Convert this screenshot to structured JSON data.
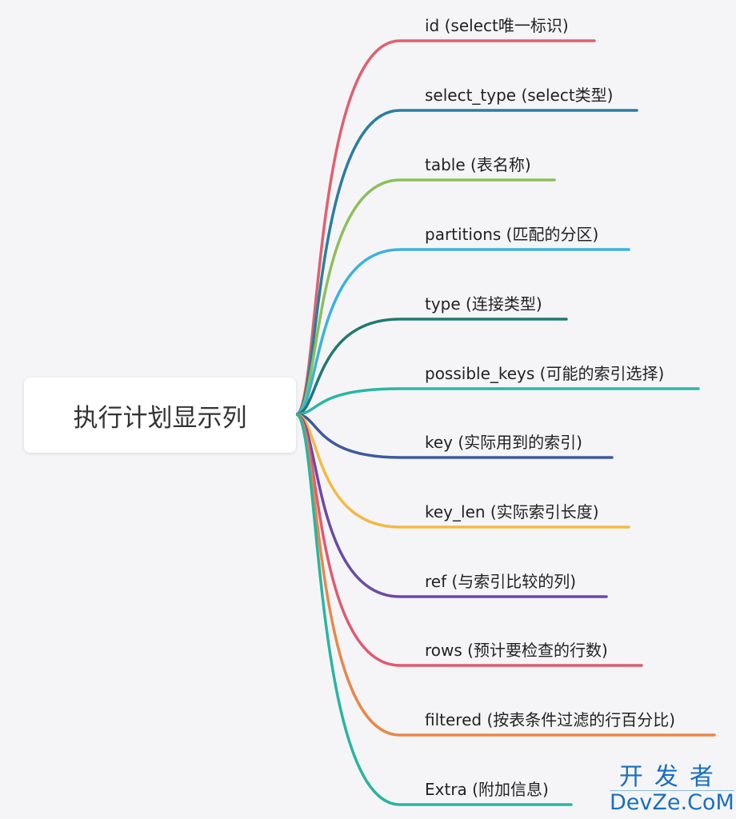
{
  "root": {
    "label": "执行计划显示列"
  },
  "branches": [
    {
      "label": "id (select唯一标识)",
      "color": "#e0606e"
    },
    {
      "label": "select_type (select类型)",
      "color": "#2a7ea0"
    },
    {
      "label": "table (表名称)",
      "color": "#8cbf5a"
    },
    {
      "label": "partitions (匹配的分区)",
      "color": "#3ab2e0"
    },
    {
      "label": "type (连接类型)",
      "color": "#1f7a70"
    },
    {
      "label": "possible_keys (可能的索引选择)",
      "color": "#2bb5a5"
    },
    {
      "label": "key (实际用到的索引)",
      "color": "#3d5aa0"
    },
    {
      "label": "key_len (实际索引长度)",
      "color": "#f5b942"
    },
    {
      "label": "ref (与索引比较的列)",
      "color": "#6a4aa8"
    },
    {
      "label": "rows (预计要检查的行数)",
      "color": "#e05a70"
    },
    {
      "label": "filtered (按表条件过滤的行百分比)",
      "color": "#e8884a"
    },
    {
      "label": "Extra (附加信息)",
      "color": "#2ab5a0"
    }
  ],
  "watermark": {
    "cn": "开发者",
    "en": "DevZe.CoM"
  }
}
